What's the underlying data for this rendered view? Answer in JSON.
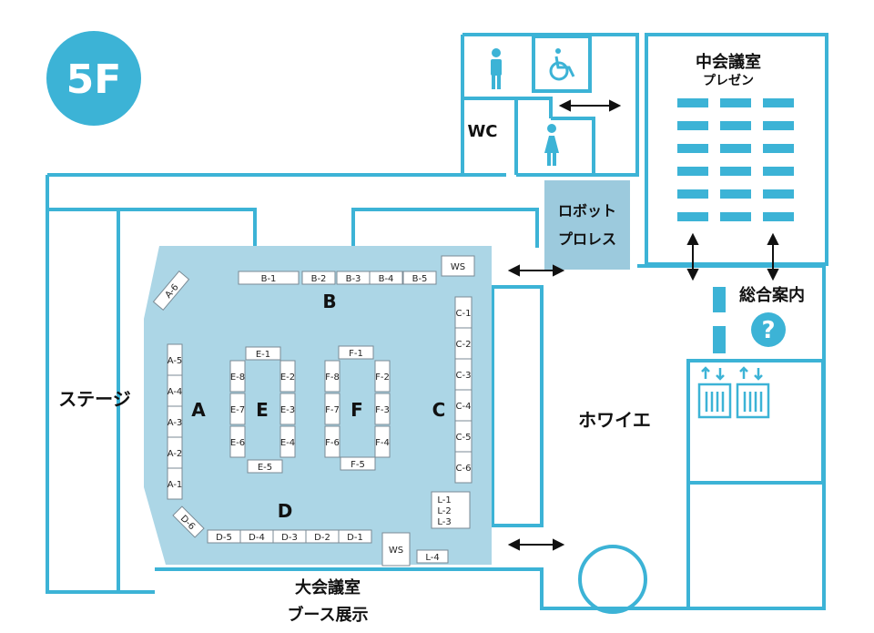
{
  "floor": "5F",
  "colors": {
    "wall": "#3cb3d6",
    "booth_area": "#acd6e6",
    "robot_box": "#9ccadd",
    "accent": "#3cb3d6"
  },
  "rooms": {
    "wc": "WC",
    "naka_title": "中会議室",
    "naka_sub": "プレゼン",
    "robot_line1": "ロボット",
    "robot_line2": "プロレス",
    "stage": "ステージ",
    "foyer": "ホワイエ",
    "info": "総合案内",
    "dai_title": "大会議室",
    "dai_sub": "ブース展示"
  },
  "zones": [
    "A",
    "B",
    "C",
    "D",
    "E",
    "F"
  ],
  "booths": {
    "B": [
      "B-1",
      "B-2",
      "B-3",
      "B-4",
      "B-5"
    ],
    "A": [
      "A-6",
      "A-5",
      "A-4",
      "A-3",
      "A-2",
      "A-1"
    ],
    "C": [
      "C-1",
      "C-2",
      "C-3",
      "C-4",
      "C-5",
      "C-6"
    ],
    "D": [
      "D-6",
      "D-5",
      "D-4",
      "D-3",
      "D-2",
      "D-1"
    ],
    "E": [
      "E-1",
      "E-8",
      "E-7",
      "E-6",
      "E-2",
      "E-3",
      "E-4",
      "E-5"
    ],
    "F": [
      "F-1",
      "F-8",
      "F-7",
      "F-6",
      "F-2",
      "F-3",
      "F-4",
      "F-5"
    ],
    "L": [
      "L-1",
      "L-2",
      "L-3",
      "L-4"
    ],
    "WS": [
      "WS",
      "WS"
    ]
  },
  "icons": [
    "male-toilet-icon",
    "wheelchair-icon",
    "female-toilet-icon",
    "info-question-icon",
    "elevator-icon",
    "double-arrow-icon"
  ]
}
